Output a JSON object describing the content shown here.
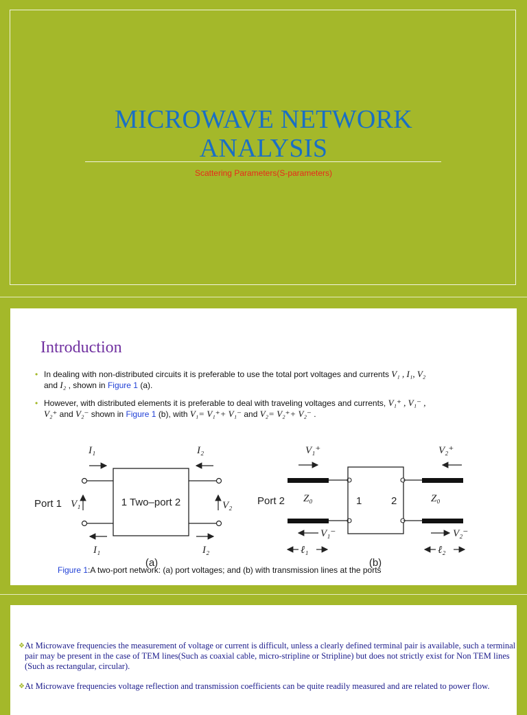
{
  "slide1": {
    "title_line1": "MICROWAVE NETWORK",
    "title_line2": "ANALYSIS",
    "subtitle": "Scattering Parameters(S-parameters)"
  },
  "slide2": {
    "heading": "Introduction",
    "bullet1": {
      "text": "In dealing with non-distributed circuits it is preferable to use the total port voltages and currents",
      "vars": "V₁ , I₁, V₂",
      "and": "and",
      "i2": "I₂",
      "shown": ", shown in",
      "fig": "Figure 1",
      "tail": "(a)."
    },
    "bullet2": {
      "text": "However, with distributed elements it is preferable to deal with traveling voltages and currents,",
      "vars1": "V₁⁺ , V₁⁻ ,",
      "vars2": "V₂⁺",
      "and": "and",
      "vars3": "V₂⁻",
      "shown": "shown in",
      "fig": "Figure 1",
      "mid": "(b), with",
      "eq1": "V₁= V₁⁺+ V₁⁻",
      "and2": "and",
      "eq2": "V₂= V₂⁺+ V₂⁻",
      "end": "."
    },
    "figure": {
      "a": {
        "I1_top": "I₁",
        "I2_top": "I₂",
        "port1": "Port 1",
        "V1": "V₁",
        "box_label": "1  Two–port 2",
        "V2": "V₂",
        "I1_bottom": "I₁",
        "I2_bottom": "I₂",
        "panel": "(a)"
      },
      "b": {
        "port2": "Port 2",
        "Z0_left": "Z₀",
        "V1_plus": "V₁⁺",
        "V1_minus": "V₁⁻",
        "l1": "ℓ₁",
        "box_1": "1",
        "box_2": "2",
        "Z0_right": "Z₀",
        "V2_plus": "V₂⁺",
        "V2_minus": "V₂⁻",
        "l2": "ℓ₂",
        "panel": "(b)"
      }
    },
    "caption_ref": "Figure 1",
    "caption_text": ":A two-port network: (a) port voltages; and (b) with transmission lines at the ports"
  },
  "slide3": {
    "bullet1": "At Microwave frequencies the measurement of voltage or current is difficult, unless a clearly defined terminal pair is available, such  a terminal pair may be present in the case of TEM lines(Such as coaxial cable, micro-stripline or Stripline) but does not strictly exist for Non TEM lines (Such as rectangular, circular).",
    "bullet2": "At Microwave frequencies voltage reflection and transmission coefficients can be quite readily measured and are related to power flow."
  },
  "colors": {
    "background": "#a4b82a",
    "title": "#1a6fc4",
    "subtitle": "#e8291b",
    "heading": "#7030a0",
    "link": "#1f3fd6"
  }
}
